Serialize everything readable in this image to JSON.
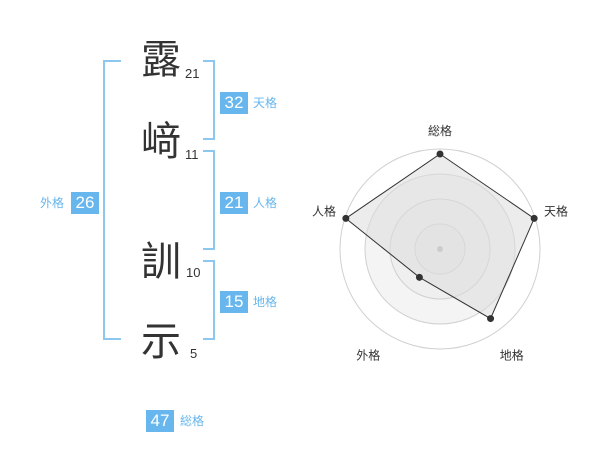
{
  "name": {
    "characters": [
      {
        "char": "露",
        "strokes": "21"
      },
      {
        "char": "﨑",
        "strokes": "11"
      },
      {
        "char": "訓",
        "strokes": "10"
      },
      {
        "char": "示",
        "strokes": "5"
      }
    ]
  },
  "kakusu": {
    "tenkaku": {
      "value": "32",
      "label": "天格"
    },
    "jinkaku": {
      "value": "21",
      "label": "人格"
    },
    "chikaku": {
      "value": "15",
      "label": "地格"
    },
    "gaikaku": {
      "value": "26",
      "label": "外格"
    },
    "soukaku": {
      "value": "47",
      "label": "総格"
    }
  },
  "chart_data": {
    "type": "radar",
    "axes": [
      "総格",
      "天格",
      "地格",
      "外格",
      "人格"
    ],
    "values": [
      0.95,
      0.99,
      0.86,
      0.35,
      0.99
    ],
    "max": 1,
    "rings": 4,
    "colors": {
      "fill": "#ededed",
      "line": "#333333",
      "ring": "#d0d0d0",
      "accent": "#67b6ee"
    }
  }
}
